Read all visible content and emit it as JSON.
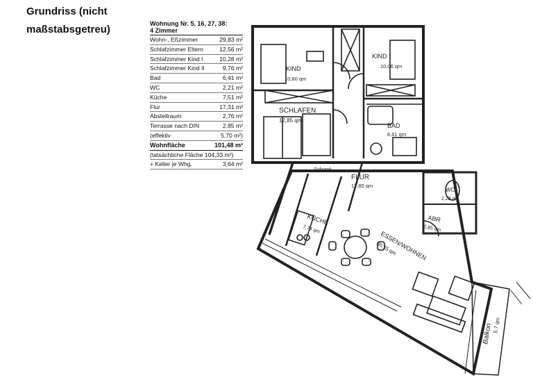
{
  "title": "Grundriss (nicht maßstabsgetreu)",
  "table": {
    "header": "Wohnung Nr. 5, 16, 27, 38:",
    "subheader": "4 Zimmer",
    "rows": [
      {
        "label": "Wohn-, Eßzimmer",
        "value": "29,83 m²"
      },
      {
        "label": "Schlafzimmer Eltern",
        "value": "12,56 m²"
      },
      {
        "label": "Schlafzimmer Kind I",
        "value": "10,28 m²"
      },
      {
        "label": "Schlafzimmer Kind II",
        "value": "9,76 m²"
      },
      {
        "label": "Bad",
        "value": "6,41 m²"
      },
      {
        "label": "WC",
        "value": "2,21 m²"
      },
      {
        "label": "Küche",
        "value": "7,51 m²"
      },
      {
        "label": "Flur",
        "value": "17,31 m²"
      },
      {
        "label": "Abstellraum",
        "value": "2,76 m²"
      },
      {
        "label": "Terrasse nach DIN",
        "value": "2,85 m²"
      },
      {
        "label": "(effektiv",
        "value": "5,70 m²)"
      },
      {
        "label": "Wohnfläche",
        "value": "101,48 m²",
        "bold": true
      },
      {
        "label": "(tatsächliche Fläche 104,33 m²)",
        "value": ""
      },
      {
        "label": "+ Keller je Whg.",
        "value": "3,64 m²"
      }
    ]
  },
  "plan": {
    "kind1": "KIND",
    "kind1_area": "10,60 qm",
    "kind2": "KIND",
    "kind2_area": "10,06 qm",
    "schlafen": "SCHLAFEN",
    "schlafen_area": "12,85 qm",
    "bad": "BAD",
    "bad_area": "6,61 qm",
    "schrank": "Schrank",
    "flur": "FLUR",
    "flur_area": "17,85 qm",
    "wc": "WC",
    "wc_area": "2,28 qm",
    "abr": "ABR",
    "abr_area": "2,85 qm",
    "kueche": "KÜCHE",
    "kueche_area": "7,74 qm",
    "essen": "ESSEN/WOHNEN",
    "essen_area": "30,75 qm",
    "balkon": "Balkon",
    "balkon_area": "5,7 qm"
  }
}
